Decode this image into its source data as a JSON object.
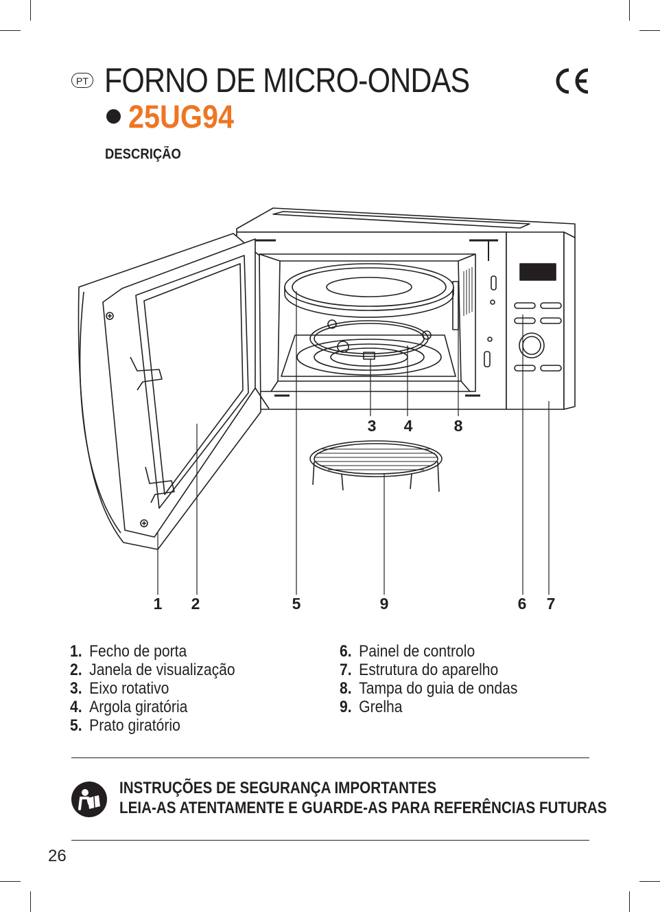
{
  "header": {
    "language_badge": "PT",
    "title": "FORNO DE MICRO-ONDAS",
    "model": "25UG94",
    "certification_mark": "CE",
    "accent_color": "#ee7623"
  },
  "section_title": "DESCRIÇÃO",
  "diagram": {
    "callouts": {
      "c1": "1",
      "c2": "2",
      "c3": "3",
      "c4": "4",
      "c5": "5",
      "c6": "6",
      "c7": "7",
      "c8": "8",
      "c9": "9"
    }
  },
  "legend": [
    {
      "num": "1.",
      "label": "Fecho de porta"
    },
    {
      "num": "2.",
      "label": "Janela de visualização"
    },
    {
      "num": "3.",
      "label": "Eixo rotativo"
    },
    {
      "num": "4.",
      "label": "Argola giratória"
    },
    {
      "num": "5.",
      "label": "Prato giratório"
    },
    {
      "num": "6.",
      "label": "Painel de controlo"
    },
    {
      "num": "7.",
      "label": "Estrutura do aparelho"
    },
    {
      "num": "8.",
      "label": "Tampa do guia de ondas"
    },
    {
      "num": "9.",
      "label": "Grelha"
    }
  ],
  "safety": {
    "icon": "read-manual-icon",
    "line1": "INSTRUÇÕES DE SEGURANÇA IMPORTANTES",
    "line2": "LEIA-AS ATENTAMENTE E GUARDE-AS PARA REFERÊNCIAS FUTURAS"
  },
  "page_number": "26"
}
